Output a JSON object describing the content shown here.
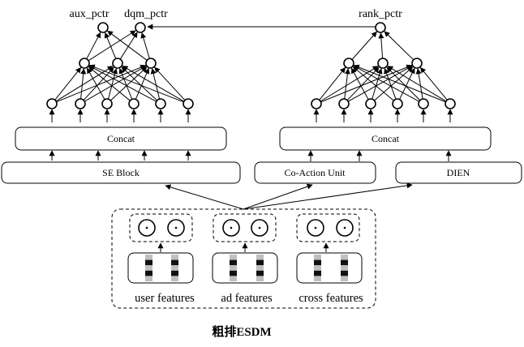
{
  "outputs": {
    "aux": "aux_pctr",
    "dqm": "dqm_pctr",
    "rank": "rank_pctr"
  },
  "blocks": {
    "concat_left": "Concat",
    "concat_right": "Concat",
    "se_block": "SE Block",
    "co_action": "Co-Action Unit",
    "dien": "DIEN"
  },
  "features": {
    "user": "user features",
    "ad": "ad features",
    "cross": "cross features"
  },
  "title": "粗排ESDM",
  "colors": {
    "line": "#000000",
    "background": "#ffffff",
    "feature_dark": "#111111",
    "feature_light": "#bfbfbf"
  }
}
